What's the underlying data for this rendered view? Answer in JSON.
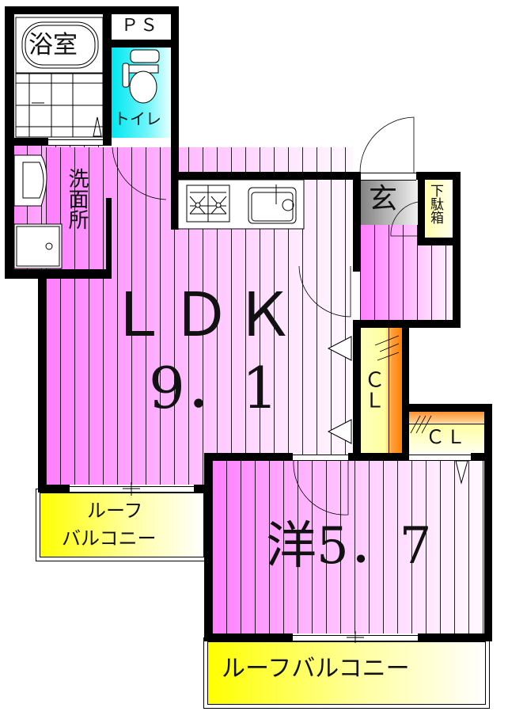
{
  "floor_plan": {
    "type": "1LDK apartment floor plan",
    "rooms": {
      "bath": {
        "label": "浴室"
      },
      "ps": {
        "label": "ＰＳ"
      },
      "toilet": {
        "label": "トイレ"
      },
      "washroom": {
        "label": "洗面所"
      },
      "ldk": {
        "label": "ＬＤＫ",
        "size": "9．1"
      },
      "entrance": {
        "label": "玄"
      },
      "shoe_box": {
        "label": "下駄箱"
      },
      "closet_1": {
        "label": "ＣＬ"
      },
      "closet_2": {
        "label": "ＣＬ"
      },
      "western_room": {
        "label": "洋5．7"
      },
      "roof_balcony_1": {
        "line1": "ルーフ",
        "line2": "バルコニー"
      },
      "roof_balcony_2": {
        "label": "ルーフバルコニー"
      }
    },
    "colors": {
      "wall": "#000000",
      "floor_pink": "#ff88ff",
      "toilet_cyan": "#00e8f0",
      "balcony_yellow": "#ffff00",
      "closet_orange": "#ff8a1a",
      "entrance_gray": "#8a8a8a"
    }
  }
}
